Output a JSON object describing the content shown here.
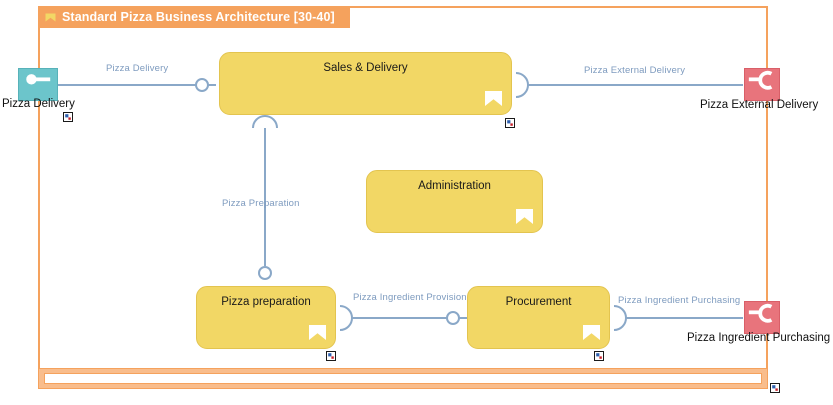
{
  "diagram": {
    "title": "Standard Pizza Business Architecture [30-40]",
    "header_icon": "business-function-icon",
    "colors": {
      "group_border": "#F5A25D",
      "group_header_bg": "#F5A25D",
      "group_footer_band": "#F9BD8C",
      "function_fill": "#F2D765",
      "function_border": "#E3C44F",
      "interface_provided": "#6CC5CB",
      "interface_required": "#E8747C",
      "connector": "#8AA8C8",
      "connector_label": "#7E9BBF"
    }
  },
  "functions": [
    {
      "id": "sales-delivery",
      "label": "Sales & Delivery",
      "icon": "business-function-icon",
      "has_nested_marker": true
    },
    {
      "id": "administration",
      "label": "Administration",
      "icon": "business-function-icon",
      "has_nested_marker": false
    },
    {
      "id": "pizza-preparation",
      "label": "Pizza preparation",
      "icon": "business-function-icon",
      "has_nested_marker": true
    },
    {
      "id": "procurement",
      "label": "Procurement",
      "icon": "business-function-icon",
      "has_nested_marker": true
    }
  ],
  "interfaces": [
    {
      "id": "pizza-delivery",
      "label": "Pizza Delivery",
      "type": "provided",
      "icon": "provided-interface-icon",
      "has_nested_marker": true
    },
    {
      "id": "pizza-external-delivery",
      "label": "Pizza External Delivery",
      "type": "required",
      "icon": "required-interface-icon",
      "has_nested_marker": false
    },
    {
      "id": "pizza-ingredient-purchasing",
      "label": "Pizza Ingredient Purchasing",
      "type": "required",
      "icon": "required-interface-icon",
      "has_nested_marker": false
    }
  ],
  "connectors": [
    {
      "id": "conn-pizza-delivery",
      "label": "Pizza Delivery"
    },
    {
      "id": "conn-pizza-external-delivery",
      "label": "Pizza External Delivery"
    },
    {
      "id": "conn-pizza-preparation",
      "label": "Pizza Preparation"
    },
    {
      "id": "conn-pizza-ingredient-provision",
      "label": "Pizza Ingredient Provision"
    },
    {
      "id": "conn-pizza-ingredient-purchasing",
      "label": "Pizza Ingredient Purchasing"
    }
  ]
}
